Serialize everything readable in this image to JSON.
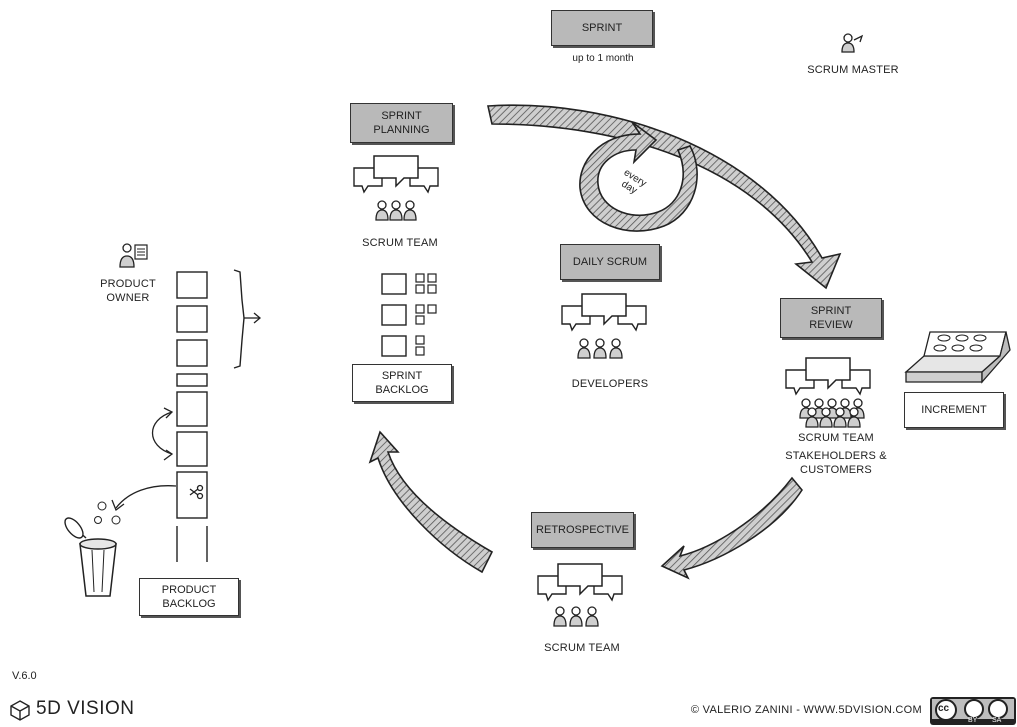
{
  "sprint": {
    "title": "SPRINT",
    "duration": "up to 1 month"
  },
  "scrum_master": "SCRUM MASTER",
  "sprint_planning": {
    "title": "SPRINT\nPLANNING",
    "participants": "SCRUM TEAM"
  },
  "daily_scrum": {
    "title": "DAILY SCRUM",
    "participants": "DEVELOPERS",
    "loop_label": "every day"
  },
  "sprint_review": {
    "title": "SPRINT\nREVIEW",
    "participants": "SCRUM TEAM",
    "stakeholders": "STAKEHOLDERS &\nCUSTOMERS"
  },
  "increment": "INCREMENT",
  "retrospective": {
    "title": "RETROSPECTIVE",
    "participants": "SCRUM TEAM"
  },
  "sprint_backlog": "SPRINT\nBACKLOG",
  "product_owner": "PRODUCT\nOWNER",
  "product_backlog": "PRODUCT\nBACKLOG",
  "footer": {
    "version": "V.6.0",
    "brand": "5D VISION",
    "copyright": "© VALERIO ZANINI - WWW.5DVISION.COM",
    "license": [
      "cc",
      "BY",
      "SA"
    ]
  }
}
